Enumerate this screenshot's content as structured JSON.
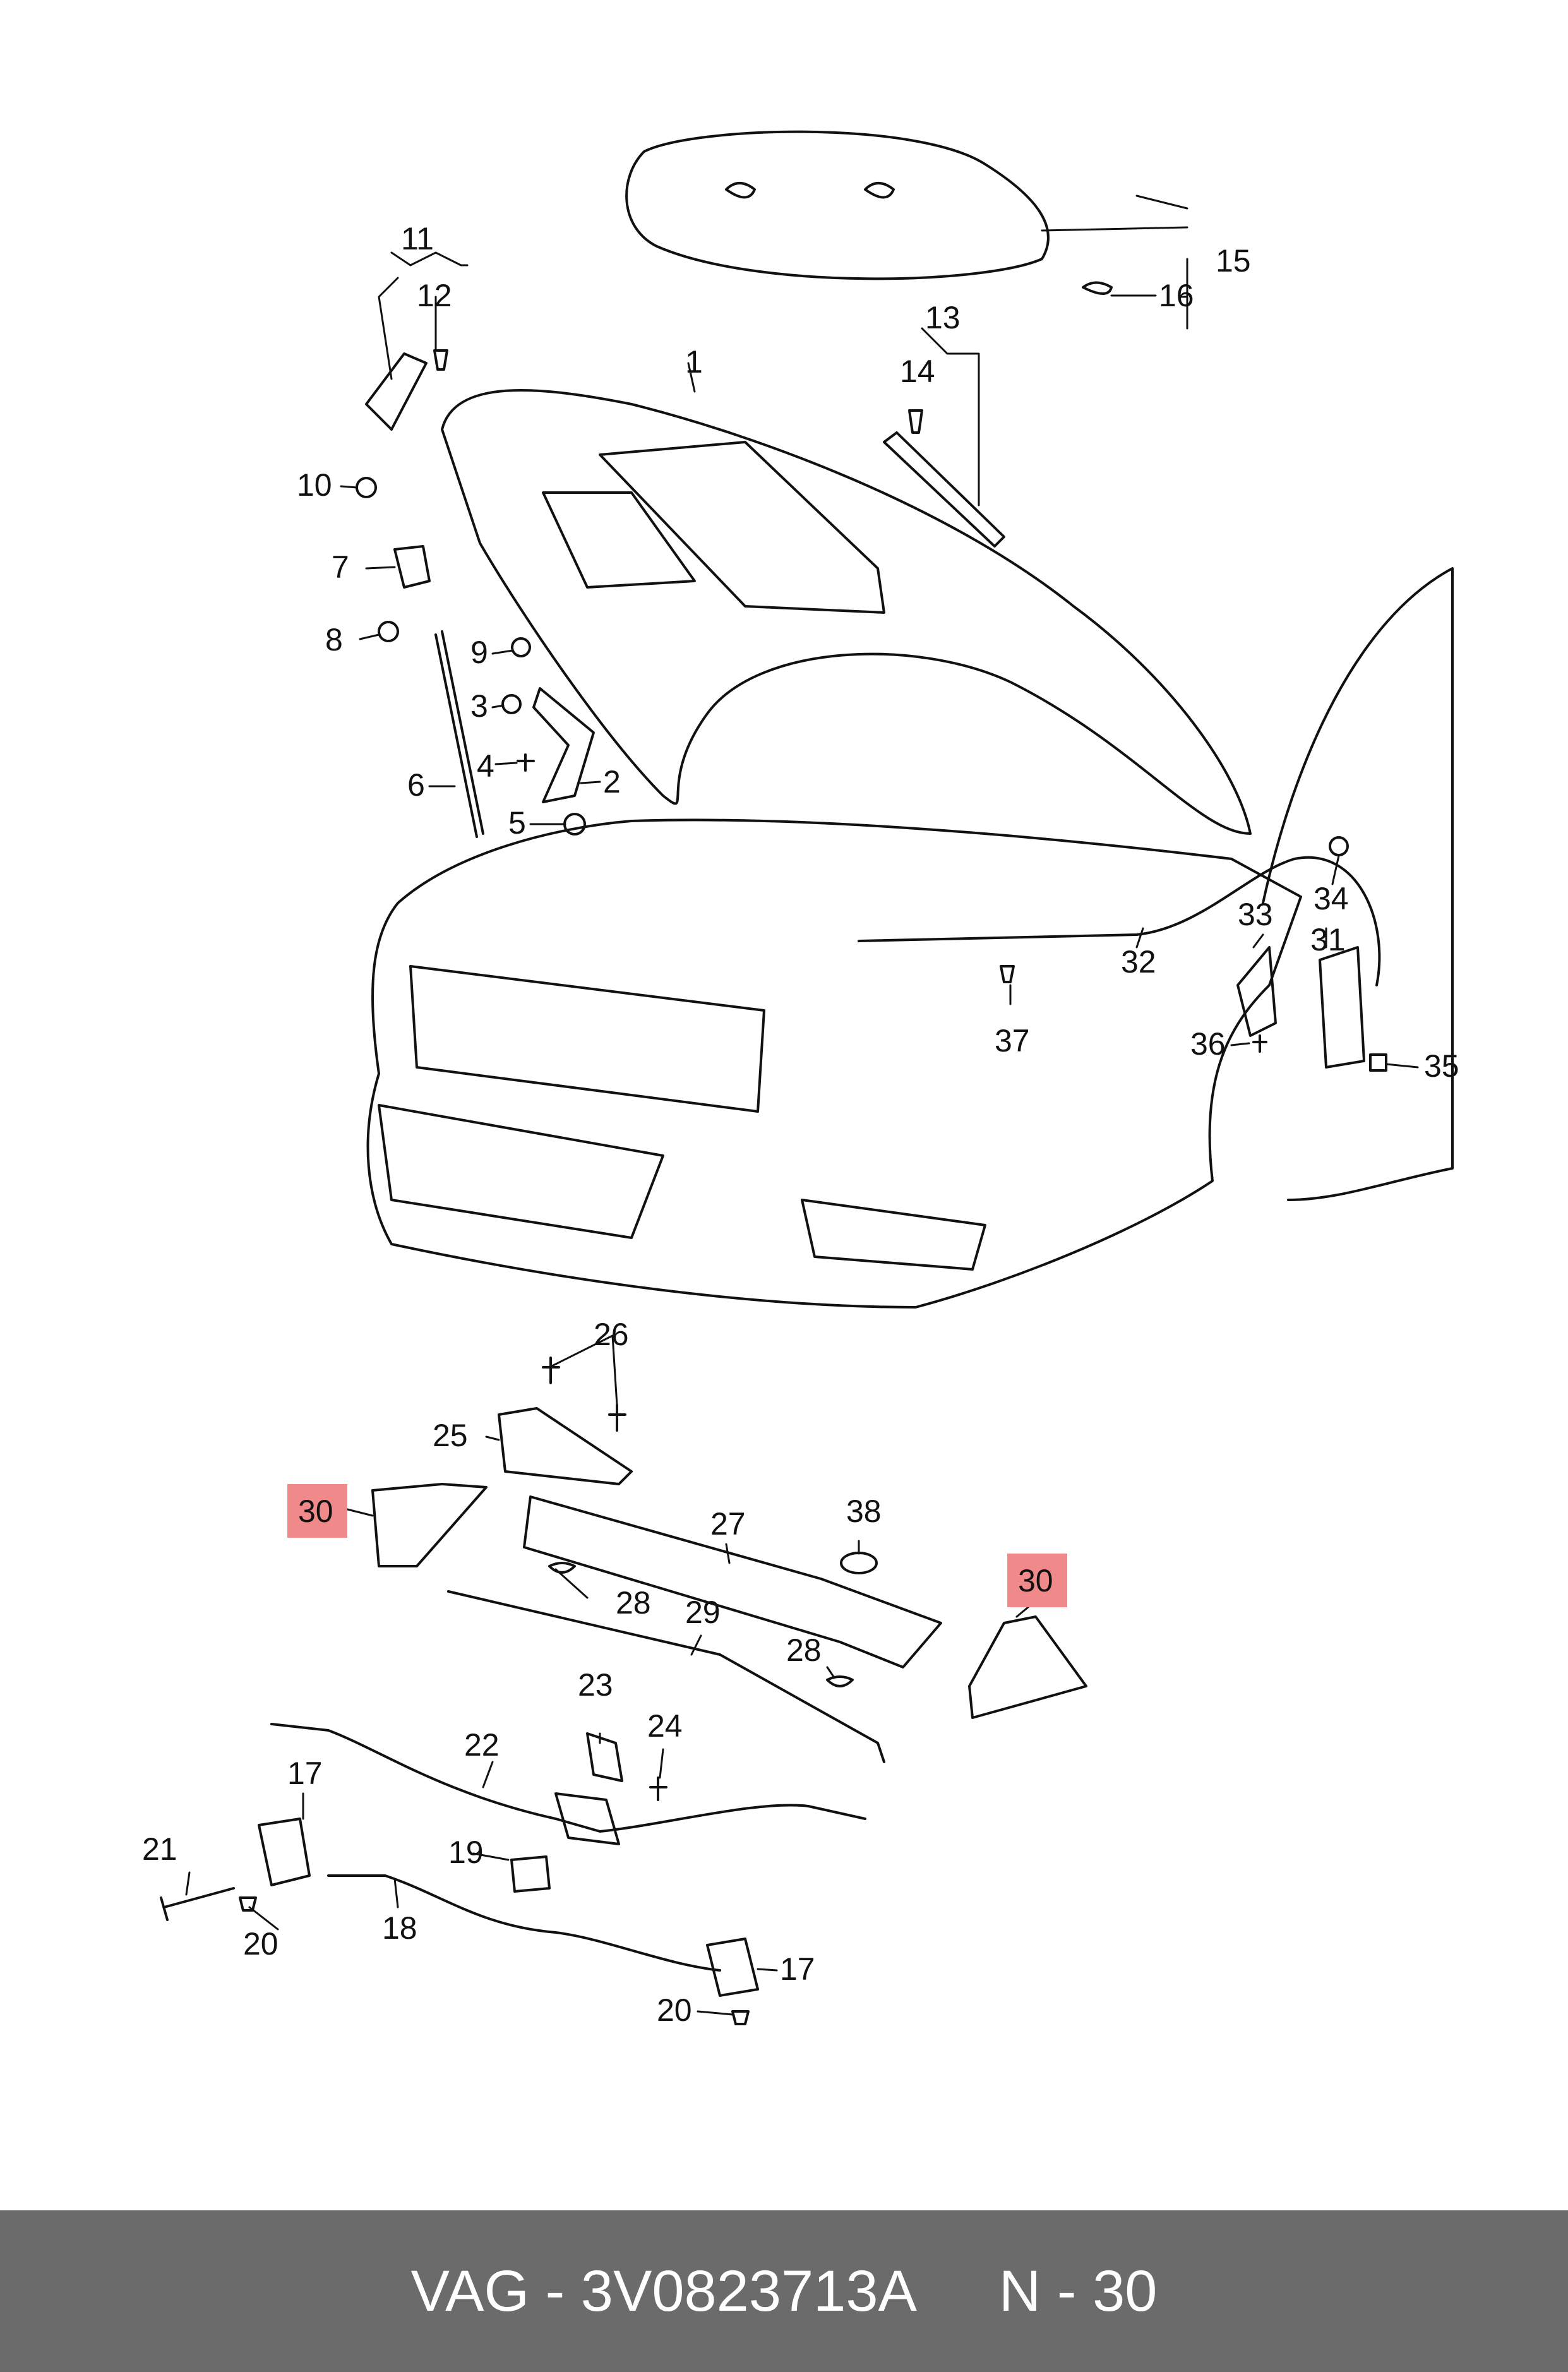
{
  "diagram": {
    "callouts": [
      "1",
      "2",
      "3",
      "4",
      "5",
      "6",
      "7",
      "8",
      "9",
      "10",
      "11",
      "12",
      "13",
      "14",
      "15",
      "16",
      "17",
      "17",
      "18",
      "19",
      "20",
      "20",
      "21",
      "22",
      "23",
      "24",
      "25",
      "26",
      "27",
      "28",
      "28",
      "29",
      "30",
      "30",
      "31",
      "32",
      "33",
      "34",
      "35",
      "36",
      "37",
      "38"
    ],
    "highlighted_part": "30",
    "highlight_color": "#f08a8a"
  },
  "footer": {
    "part_number": "VAG - 3V0823713A",
    "position": "N - 30"
  }
}
